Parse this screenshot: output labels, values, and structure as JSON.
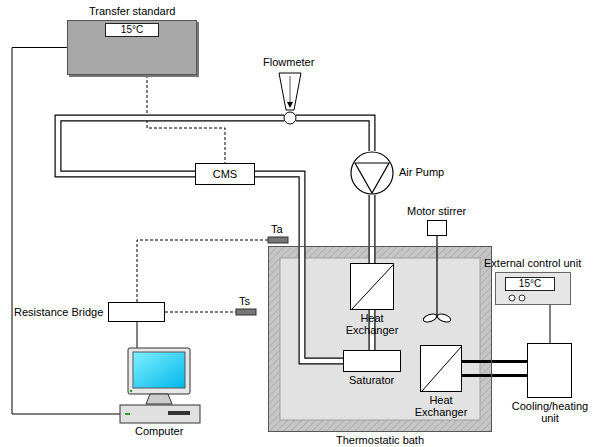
{
  "diagram": {
    "nodes": [
      {
        "text": [
          "Transfer standard"
        ]
      },
      {
        "text": [
          "15°C"
        ],
        "in": 0
      },
      {
        "text": [
          "Flowmeter"
        ]
      },
      {
        "text": [
          "CMS"
        ]
      },
      {
        "text": [
          "Air Pump"
        ]
      },
      {
        "text": [
          "Motor stirrer"
        ]
      },
      {
        "text": [
          "External control unit"
        ]
      },
      {
        "text": [
          "15°C"
        ],
        "in": 6
      },
      {
        "text": [
          "Thermostatic bath"
        ]
      },
      {
        "text": [
          "Heat Exchanger"
        ],
        "in": 8
      },
      {
        "text": [
          "Saturator"
        ],
        "in": 8
      },
      {
        "text": [
          "Heat Exchanger"
        ],
        "in": 8
      },
      {
        "text": [
          "Cooling/heating unit"
        ]
      },
      {
        "text": [
          "Resistance Bridge"
        ]
      },
      {
        "text": [
          "Computer"
        ]
      }
    ],
    "edges": [
      {
        "from": 0,
        "to": 3,
        "arrow": "none"
      },
      {
        "from": 14,
        "to": 0,
        "arrow": "none"
      },
      {
        "from": 13,
        "to": 14,
        "arrow": "none"
      },
      {
        "from": 3,
        "to": 2,
        "arrow": "none"
      },
      {
        "from": 2,
        "to": 4,
        "arrow": "none"
      },
      {
        "from": 4,
        "to": 9,
        "arrow": "none"
      },
      {
        "from": 9,
        "to": 10,
        "arrow": "none"
      },
      {
        "from": 10,
        "to": 3,
        "arrow": "none"
      },
      {
        "from": 6,
        "to": 12,
        "arrow": "none"
      },
      {
        "from": 11,
        "to": 12,
        "arrow": "none"
      }
    ],
    "labels": [
      "Ta",
      "Ts"
    ]
  }
}
